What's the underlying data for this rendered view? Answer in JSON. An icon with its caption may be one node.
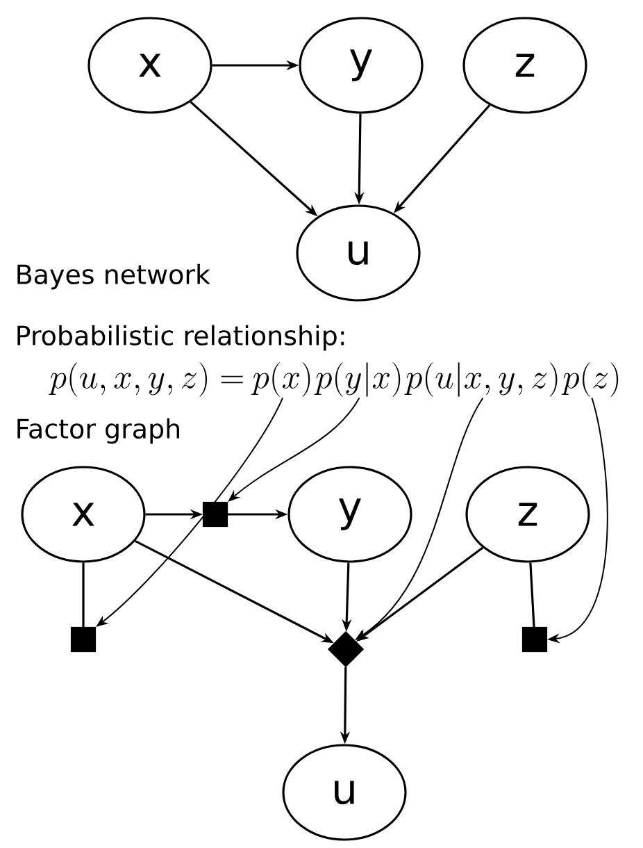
{
  "diagram": {
    "nodes": [
      {
        "text": [
          "x"
        ]
      },
      {
        "text": [
          "y"
        ]
      },
      {
        "text": [
          "z"
        ]
      },
      {
        "text": [
          "u"
        ]
      },
      {
        "text": [
          "p(x)"
        ]
      },
      {
        "text": [
          "p(y|x)"
        ]
      },
      {
        "text": [
          "p(u|x,y,z)"
        ]
      },
      {
        "text": [
          "p(z)"
        ]
      },
      {
        "text": [
          "x"
        ]
      },
      {
        "text": [
          "y"
        ]
      },
      {
        "text": [
          "z"
        ]
      },
      {
        "text": [],
        "shape": "box"
      },
      {
        "text": [],
        "shape": "box"
      },
      {
        "text": [],
        "shape": "diamond"
      },
      {
        "text": [],
        "shape": "box"
      },
      {
        "text": [
          "u"
        ]
      }
    ],
    "edges": [
      {
        "from": 0,
        "to": 1,
        "arrow": "to"
      },
      {
        "from": 0,
        "to": 3,
        "arrow": "to"
      },
      {
        "from": 1,
        "to": 3,
        "arrow": "to"
      },
      {
        "from": 2,
        "to": 3,
        "arrow": "to"
      },
      {
        "from": 4,
        "to": 12,
        "arrow": "to"
      },
      {
        "from": 5,
        "to": 11,
        "arrow": "to"
      },
      {
        "from": 6,
        "to": 13,
        "arrow": "to"
      },
      {
        "from": 7,
        "to": 14,
        "arrow": "to"
      },
      {
        "from": 8,
        "to": 11,
        "arrow": "to"
      },
      {
        "from": 11,
        "to": 9,
        "arrow": "to"
      },
      {
        "from": 8,
        "to": 12,
        "arrow": "none"
      },
      {
        "from": 8,
        "to": 13,
        "arrow": "to"
      },
      {
        "from": 9,
        "to": 13,
        "arrow": "to"
      },
      {
        "from": 10,
        "to": 13,
        "arrow": "to"
      },
      {
        "from": 10,
        "to": 14,
        "arrow": "none"
      },
      {
        "from": 13,
        "to": 15,
        "arrow": "to"
      }
    ],
    "labels": [
      "Bayes network",
      "Probabilistic relationship:",
      "p(u,x,y,z) =",
      "Factor graph"
    ]
  }
}
